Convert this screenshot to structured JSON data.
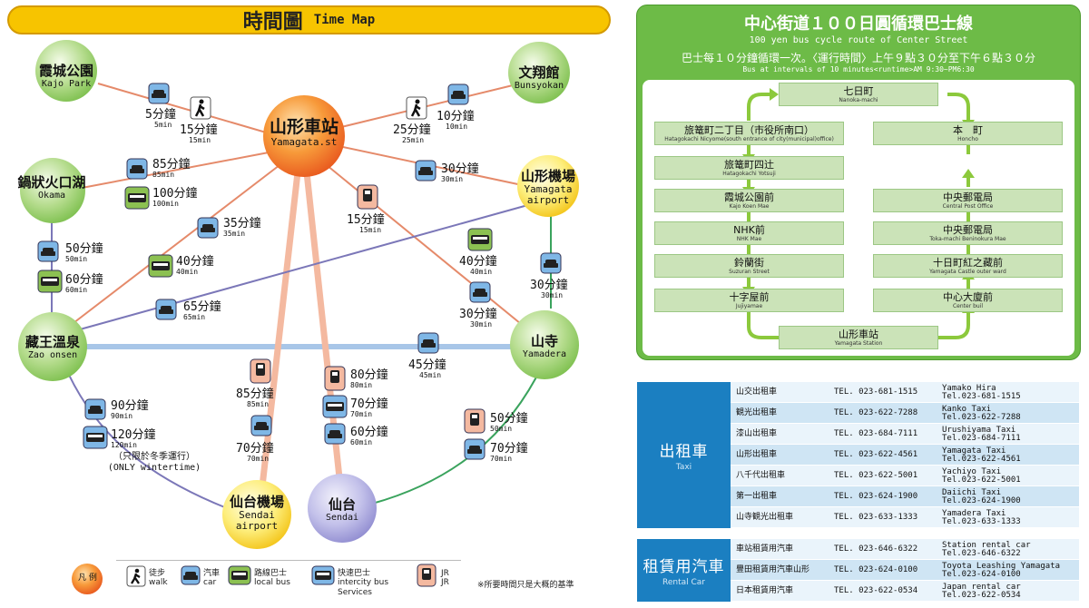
{
  "map": {
    "title_zh": "時間圖",
    "title_en": "Time Map",
    "stations": {
      "yamagata": {
        "zh": "山形車站",
        "en": "Yamagata.st"
      },
      "kajo": {
        "zh": "霞城公園",
        "en": "Kajo Park"
      },
      "bunsyokan": {
        "zh": "文翔館",
        "en": "Bunsyokan"
      },
      "okama": {
        "zh": "鍋狀火口湖",
        "en": "Okama"
      },
      "airport": {
        "zh": "山形機場",
        "en": "Yamagata airport"
      },
      "zao": {
        "zh": "藏王溫泉",
        "en": "Zao onsen"
      },
      "yamadera": {
        "zh": "山寺",
        "en": "Yamadera"
      },
      "sendai_airport": {
        "zh": "仙台機場",
        "en": "Sendai airport"
      },
      "sendai": {
        "zh": "仙台",
        "en": "Sendai"
      }
    },
    "times": {
      "kajo_car": {
        "big": "5分鐘",
        "small": "5min"
      },
      "kajo_walk": {
        "big": "15分鐘",
        "small": "15min"
      },
      "bun_walk": {
        "big": "25分鐘",
        "small": "25min"
      },
      "bun_car": {
        "big": "10分鐘",
        "small": "10min"
      },
      "okama_car": {
        "big": "85分鐘",
        "small": "85min"
      },
      "okama_bus": {
        "big": "100分鐘",
        "small": "100min"
      },
      "air_car": {
        "big": "30分鐘",
        "small": "30min"
      },
      "yama_jr": {
        "big": "15分鐘",
        "small": "15min"
      },
      "zao_car": {
        "big": "35分鐘",
        "small": "35min"
      },
      "zao_bus": {
        "big": "40分鐘",
        "small": "40min"
      },
      "okama_zao_car": {
        "big": "50分鐘",
        "small": "50min"
      },
      "okama_zao_bus": {
        "big": "60分鐘",
        "small": "60min"
      },
      "zao_air_car": {
        "big": "65分鐘",
        "small": "65min"
      },
      "yamadera_bus": {
        "big": "40分鐘",
        "small": "40min"
      },
      "yamadera_car": {
        "big": "30分鐘",
        "small": "30min"
      },
      "air_yamadera_car": {
        "big": "30分鐘",
        "small": "30min"
      },
      "zao_yamadera_car": {
        "big": "45分鐘",
        "small": "45min"
      },
      "sendai_jr": {
        "big": "80分鐘",
        "small": "80min"
      },
      "sendai_exp": {
        "big": "70分鐘",
        "small": "70min"
      },
      "sendai_car": {
        "big": "60分鐘",
        "small": "60min"
      },
      "sair_jr": {
        "big": "85分鐘",
        "small": "85min"
      },
      "sair_car": {
        "big": "70分鐘",
        "small": "70min"
      },
      "zao_sendai_car": {
        "big": "90分鐘",
        "small": "90min"
      },
      "zao_sendai_bus": {
        "big": "120分鐘",
        "small": "120min"
      },
      "yamadera_jr": {
        "big": "50分鐘",
        "small": "50min"
      },
      "yamadera_sendai_car": {
        "big": "70分鐘",
        "small": "70min"
      }
    },
    "winter_note_zh": "（只限於冬季運行）",
    "winter_note_en": "(ONLY wintertime)",
    "colors": {
      "car_line": "#e58a6a",
      "jr_line": "#f4b9a0",
      "bus_line": "#7b77b8",
      "green_line": "#3aa35d",
      "highway": "#a8c6e8"
    }
  },
  "legend": {
    "title": "凡 例",
    "items": [
      {
        "icon": "walk-icon",
        "zh": "徒步",
        "en": "walk"
      },
      {
        "icon": "car-icon",
        "zh": "汽車",
        "en": "car"
      },
      {
        "icon": "local-bus-icon",
        "zh": "路線巴士",
        "en": "local bus"
      },
      {
        "icon": "express-bus-icon",
        "zh": "快速巴士",
        "en": "intercity bus Services"
      },
      {
        "icon": "train-icon",
        "zh": "JR",
        "en": "JR"
      }
    ],
    "note": "※所要時間只是大概的基準"
  },
  "bus": {
    "title": "中心街道１００日圓循環巴士線",
    "subtitle": "100 yen bus cycle route of Center Street",
    "interval": "巴士每１０分鐘循環一次。〈運行時間〉上午９點３０分至下午６點３０分",
    "interval_en": "Bus at intervals of 10 minutes<runtime>AM 9:30~PM6:30",
    "stops": [
      {
        "zh": "七日町",
        "en": "Nanoka-machi"
      },
      {
        "zh": "旅篭町二丁目（市役所南口）",
        "en": "Hatagokachi Nicyome(south entrance of city(municipal)office)"
      },
      {
        "zh": "旅篭町四辻",
        "en": "Hatagokachi Yotsuji"
      },
      {
        "zh": "霞城公園前",
        "en": "Kajo Koen Mae"
      },
      {
        "zh": "NHK前",
        "en": "NHK Mae"
      },
      {
        "zh": "鈴蘭街",
        "en": "Suzuran Street"
      },
      {
        "zh": "十字屋前",
        "en": "Jujiyamae"
      },
      {
        "zh": "山形車站",
        "en": "Yamagata Station"
      },
      {
        "zh": "中心大廈前",
        "en": "Center buil"
      },
      {
        "zh": "十日町紅之藏前",
        "en": "Yamagata Castle outer ward"
      },
      {
        "zh": "中央郵電局",
        "en": "Toka-machi Beninokura Mae"
      },
      {
        "zh": "中央郵電局",
        "en": "Central Post Office"
      },
      {
        "zh": "本　町",
        "en": "Honcho"
      }
    ]
  },
  "taxi": {
    "title_zh": "出租車",
    "title_en": "Taxi",
    "rows": [
      {
        "name": "山交出租車",
        "tel": "TEL. 023-681-1515",
        "en1": "Yamako Hira",
        "en2": "Tel.023-681-1515"
      },
      {
        "name": "観光出租車",
        "tel": "TEL. 023-622-7288",
        "en1": "Kanko Taxi",
        "en2": "Tel.023-622-7288"
      },
      {
        "name": "漆山出租車",
        "tel": "TEL. 023-684-7111",
        "en1": "Urushiyama Taxi",
        "en2": "Tel.023-684-7111"
      },
      {
        "name": "山形出租車",
        "tel": "TEL. 023-622-4561",
        "en1": "Yamagata Taxi",
        "en2": "Tel.023-622-4561"
      },
      {
        "name": "八千代出租車",
        "tel": "TEL. 023-622-5001",
        "en1": "Yachiyo Taxi",
        "en2": "Tel.023-622-5001"
      },
      {
        "name": "第一出租車",
        "tel": "TEL. 023-624-1900",
        "en1": "Daiichi Taxi",
        "en2": "Tel.023-624-1900"
      },
      {
        "name": "山寺観光出租車",
        "tel": "TEL. 023-633-1333",
        "en1": "Yamadera Taxi",
        "en2": "Tel.023-633-1333"
      }
    ]
  },
  "rental": {
    "title_zh": "租賃用汽車",
    "title_en": "Rental Car",
    "rows": [
      {
        "name": "車站租賃用汽車",
        "tel": "TEL. 023-646-6322",
        "en1": "Station rental car",
        "en2": "Tel.023-646-6322"
      },
      {
        "name": "豐田租賃用汽車山形",
        "tel": "TEL. 023-624-0100",
        "en1": "Toyota Leashing Yamagata",
        "en2": "Tel.023-624-0100"
      },
      {
        "name": "日本租賃用汽車",
        "tel": "TEL. 023-622-0534",
        "en1": "Japan rental car",
        "en2": "Tel.023-622-0534"
      }
    ]
  }
}
